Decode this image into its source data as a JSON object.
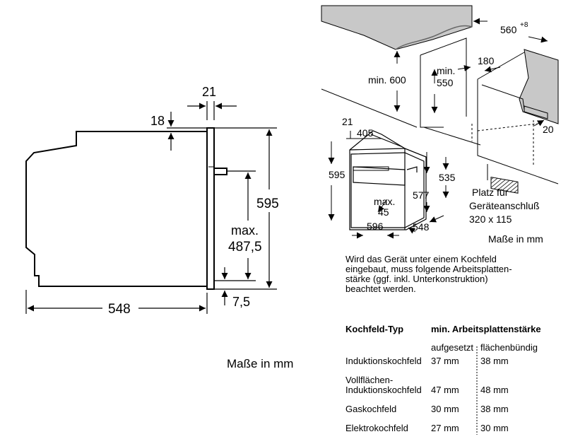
{
  "side_view": {
    "dim_depth_top": "21",
    "dim_top": "18",
    "dim_height": "595",
    "dim_max_line1": "max.",
    "dim_max_line2": "487,5",
    "dim_bottom": "7,5",
    "dim_width": "548",
    "units": "Maße in mm"
  },
  "install_view": {
    "dim_depth": "560",
    "dim_depth_sup": "+8",
    "dim_min600": "min. 600",
    "dim_min550_l1": "min.",
    "dim_min550_l2": "550",
    "dim_180": "180",
    "dim_20": "20",
    "dim_21": "21",
    "dim_405": "405",
    "dim_595": "595",
    "dim_535": "535",
    "dim_577": "577",
    "dim_max45_l1": "max.",
    "dim_max45_l2": "45",
    "dim_596": "596",
    "dim_548": "548",
    "platz_l1": "Platz für",
    "platz_l2": "Geräteanschluß",
    "platz_l3": "320 x 115",
    "units": "Maße in mm"
  },
  "note_lines": [
    "Wird das Gerät unter einem Kochfeld",
    "eingebaut, muss folgende Arbeitsplatten-",
    "stärke (ggf. inkl. Unterkonstruktion)",
    "beachtet werden."
  ],
  "table": {
    "col_type": "Kochfeld-Typ",
    "col_min": "min. Arbeitsplattenstärke",
    "sub_aufgesetzt": "aufgesetzt",
    "sub_flaechen": "flächenbündig",
    "rows": [
      {
        "type": "Induktionskochfeld",
        "aufgesetzt": "37 mm",
        "flaechen": "38 mm"
      },
      {
        "type_l1": "Vollflächen-",
        "type": "Induktionskochfeld",
        "aufgesetzt": "47 mm",
        "flaechen": "48 mm"
      },
      {
        "type": "Gaskochfeld",
        "aufgesetzt": "30 mm",
        "flaechen": "38 mm"
      },
      {
        "type": "Elektrokochfeld",
        "aufgesetzt": "27 mm",
        "flaechen": "30 mm"
      }
    ]
  }
}
